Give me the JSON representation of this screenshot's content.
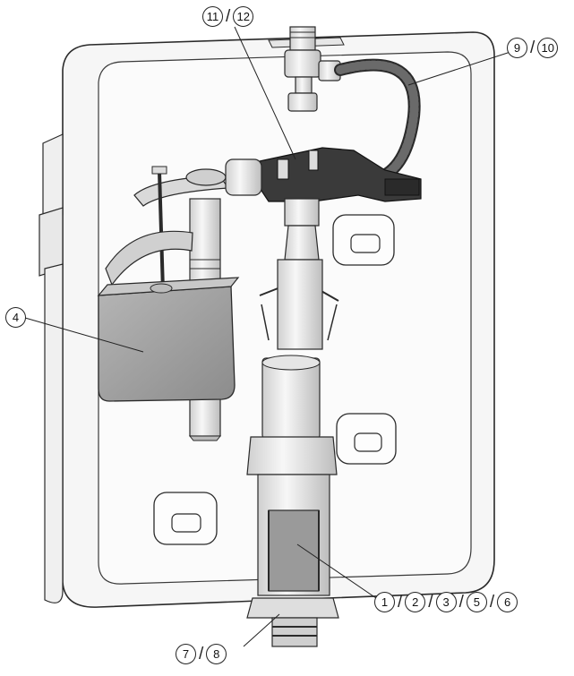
{
  "callouts": {
    "c_11_12": {
      "a": "11",
      "b": "12"
    },
    "c_9_10": {
      "a": "9",
      "b": "10"
    },
    "c_4": {
      "a": "4"
    },
    "c_1_6": {
      "a": "1",
      "b": "2",
      "c": "3",
      "d": "5",
      "e": "6"
    },
    "c_7_8": {
      "a": "7",
      "b": "8"
    }
  },
  "colors": {
    "cistern": "#f4f4f4",
    "outline": "#2a2a2a",
    "float": "#9a9a9a",
    "dark_plastic": "#3a3a3a",
    "hose": "#4a4a4a"
  }
}
